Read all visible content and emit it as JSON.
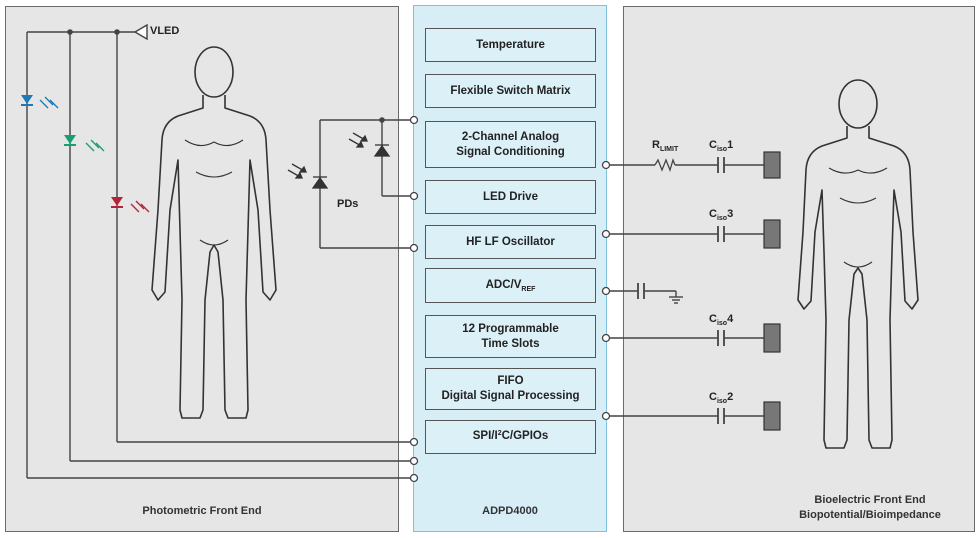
{
  "left_panel": {
    "caption": "Photometric Front End"
  },
  "center_panel": {
    "caption": "ADPD4000"
  },
  "right_panel": {
    "caption_line1": "Bioelectric Front End",
    "caption_line2": "Biopotential/Bioimpedance"
  },
  "blocks": [
    {
      "line1": "Temperature",
      "line2": ""
    },
    {
      "line1": "Flexible Switch Matrix",
      "line2": ""
    },
    {
      "line1": "2-Channel Analog",
      "line2": "Signal Conditioning"
    },
    {
      "line1": "LED Drive",
      "line2": ""
    },
    {
      "line1": "HF LF Oscillator",
      "line2": ""
    },
    {
      "line1": "ADC/V",
      "sub": "REF",
      "line2": ""
    },
    {
      "line1": "12 Programmable",
      "line2": "Time Slots"
    },
    {
      "line1": "FIFO",
      "line2": "Digital Signal Processing"
    },
    {
      "line1": "SPI/I",
      "sup": "2",
      "line1b": "C/GPIOs",
      "line2": ""
    }
  ],
  "labels": {
    "vled": "VLED",
    "pds": "PDs",
    "rlimit_main": "R",
    "rlimit_sub": "LIMIT",
    "ciso1_main": "C",
    "ciso1_sub": "iso",
    "ciso1_num": "1",
    "ciso3_main": "C",
    "ciso3_sub": "iso",
    "ciso3_num": "3",
    "ciso4_main": "C",
    "ciso4_sub": "iso",
    "ciso4_num": "4",
    "ciso2_main": "C",
    "ciso2_sub": "iso",
    "ciso2_num": "2"
  },
  "colors": {
    "led_blue": "#1f77b4",
    "led_green": "#16a06d",
    "led_red": "#b3243a",
    "panel_gray": "#e6e6e6",
    "chip_fill": "#d8eef7",
    "wire": "#444444"
  }
}
